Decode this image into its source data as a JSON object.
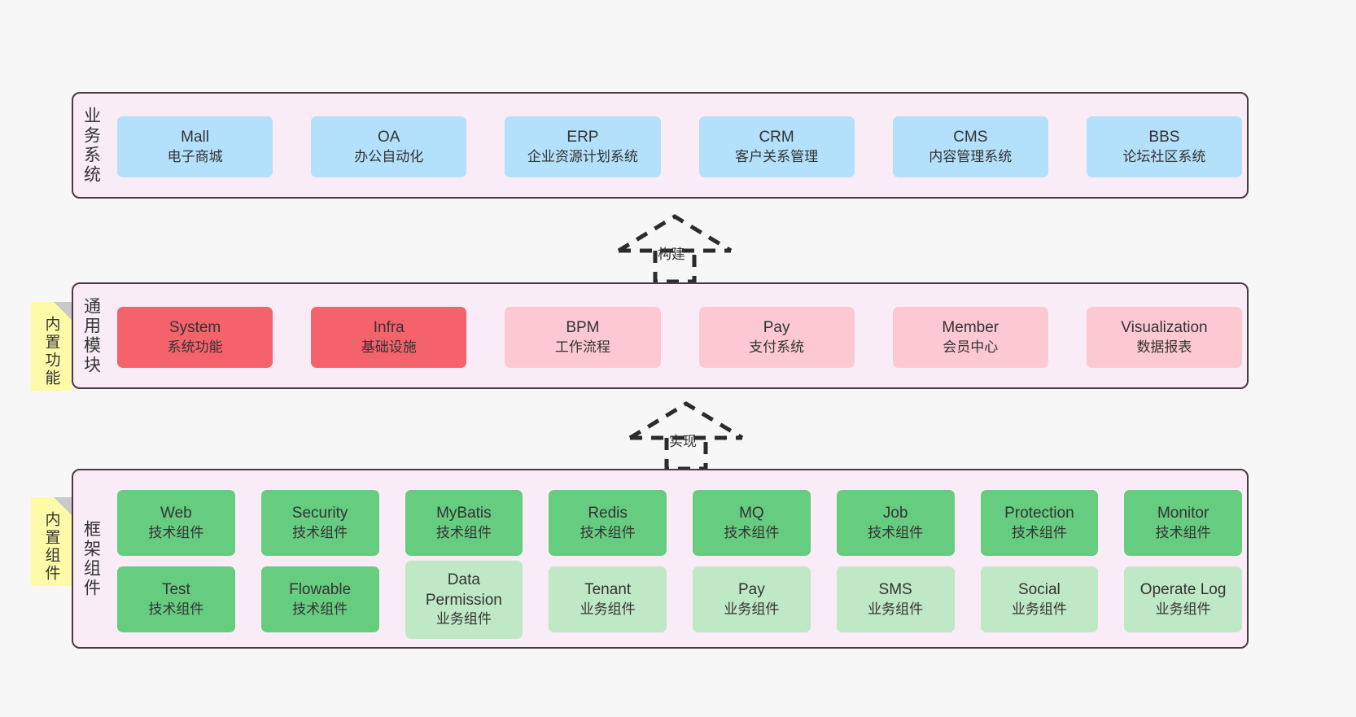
{
  "diagram": {
    "title": "",
    "background_color": "#f7f7f7",
    "panel_background": "#f9ecf6",
    "panel_border": "#4a3a42"
  },
  "layers": {
    "business": {
      "label": "业务系统",
      "color": "#b3e0fb",
      "items": [
        {
          "name": "Mall",
          "desc": "电子商城"
        },
        {
          "name": "OA",
          "desc": "办公自动化"
        },
        {
          "name": "ERP",
          "desc": "企业资源计划系统"
        },
        {
          "name": "CRM",
          "desc": "客户关系管理"
        },
        {
          "name": "CMS",
          "desc": "内容管理系统"
        },
        {
          "name": "BBS",
          "desc": "论坛社区系统"
        }
      ]
    },
    "common": {
      "label": "通用模块",
      "note": "内置功能",
      "color_primary": "#f4636c",
      "color_secondary": "#fcc9d2",
      "items": [
        {
          "name": "System",
          "desc": "系统功能",
          "variant": "primary"
        },
        {
          "name": "Infra",
          "desc": "基础设施",
          "variant": "primary"
        },
        {
          "name": "BPM",
          "desc": "工作流程",
          "variant": "secondary"
        },
        {
          "name": "Pay",
          "desc": "支付系统",
          "variant": "secondary"
        },
        {
          "name": "Member",
          "desc": "会员中心",
          "variant": "secondary"
        },
        {
          "name": "Visualization",
          "desc": "数据报表",
          "variant": "secondary"
        }
      ]
    },
    "framework": {
      "label": "框架组件",
      "note": "内置组件",
      "color_tech": "#66cc7f",
      "color_biz": "#bfe8c6",
      "row_tech": [
        {
          "name": "Web",
          "desc": "技术组件"
        },
        {
          "name": "Security",
          "desc": "技术组件"
        },
        {
          "name": "MyBatis",
          "desc": "技术组件"
        },
        {
          "name": "Redis",
          "desc": "技术组件"
        },
        {
          "name": "MQ",
          "desc": "技术组件"
        },
        {
          "name": "Job",
          "desc": "技术组件"
        },
        {
          "name": "Protection",
          "desc": "技术组件"
        },
        {
          "name": "Monitor",
          "desc": "技术组件"
        }
      ],
      "row_biz": [
        {
          "name": "Test",
          "desc": "技术组件",
          "variant": "tech"
        },
        {
          "name": "Flowable",
          "desc": "技术组件",
          "variant": "tech"
        },
        {
          "name": "Data Permission",
          "desc": "业务组件",
          "variant": "biz"
        },
        {
          "name": "Tenant",
          "desc": "业务组件",
          "variant": "biz"
        },
        {
          "name": "Pay",
          "desc": "业务组件",
          "variant": "biz"
        },
        {
          "name": "SMS",
          "desc": "业务组件",
          "variant": "biz"
        },
        {
          "name": "Social",
          "desc": "业务组件",
          "variant": "biz"
        },
        {
          "name": "Operate Log",
          "desc": "业务组件",
          "variant": "biz"
        }
      ]
    }
  },
  "connectors": [
    {
      "label": "构建",
      "style": "dashed-generalization",
      "from": "common",
      "to": "business"
    },
    {
      "label": "实现",
      "style": "dashed-generalization",
      "from": "framework",
      "to": "common"
    }
  ]
}
